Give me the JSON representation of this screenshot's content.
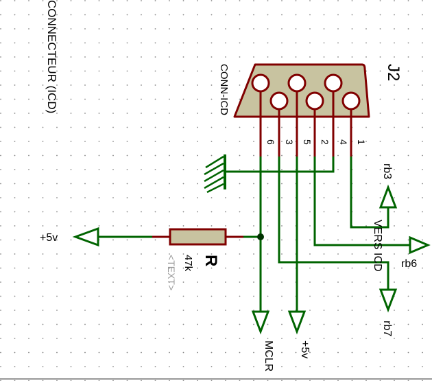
{
  "schematic": {
    "sheet_title": "CONNECTEUR (ICD)",
    "connector": {
      "ref": "J2",
      "value": "CONN-ICD",
      "pins": [
        "1",
        "4",
        "2",
        "5",
        "3",
        "6"
      ]
    },
    "resistor": {
      "ref": "R",
      "value": "47k",
      "text_placeholder": "<TEXT>"
    },
    "labels": {
      "vers_icd": "VERS ICD",
      "supply_left": "+5v",
      "supply_bottom": "+5v",
      "mclr": "MCLR",
      "rb3": "rb3",
      "rb6": "rb6",
      "rb7": "rb7"
    },
    "colors": {
      "wire": "#006400",
      "component_stroke": "#800000",
      "component_fill": "#c8c3a0",
      "grid_dot": "#888888",
      "junction": "#003200"
    }
  }
}
